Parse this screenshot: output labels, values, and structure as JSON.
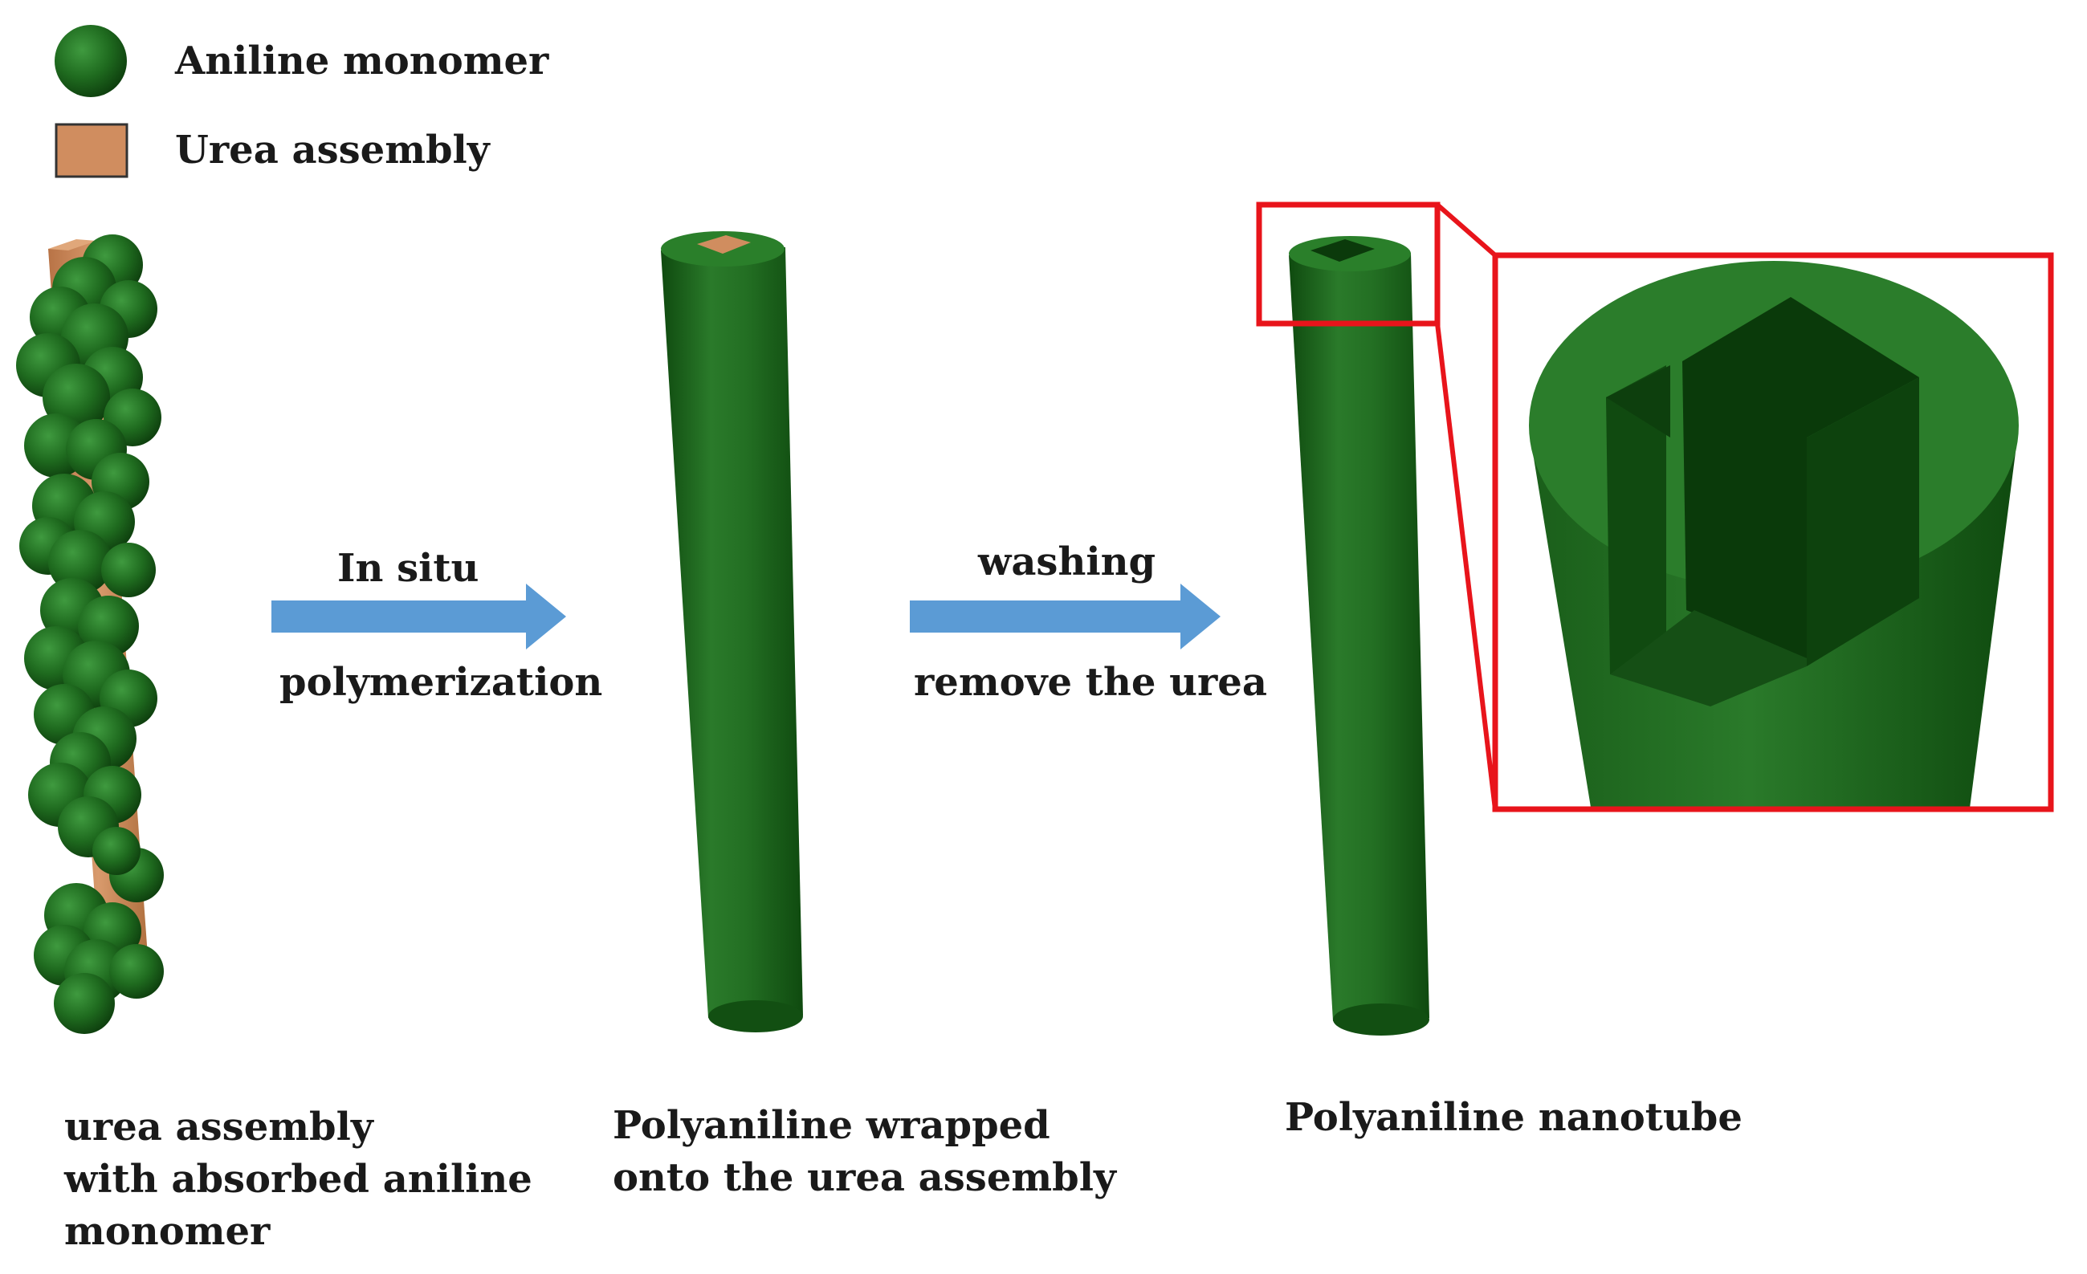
{
  "legend": {
    "monomer_label": "Aniline monomer",
    "urea_label": "Urea assembly"
  },
  "steps": {
    "step1_top": "In situ",
    "step1_bottom": "polymerization",
    "step2_top": "washing",
    "step2_bottom": "remove the urea"
  },
  "captions": {
    "left_line1": "urea assembly",
    "left_line2": "with absorbed aniline",
    "left_line3": "monomer",
    "middle_line1": "Polyaniline wrapped",
    "middle_line2": "onto the urea assembly",
    "right_line1": "Polyaniline nanotube"
  },
  "colors": {
    "polyaniline_green": "#1f6b1f",
    "urea_tan": "#d08d5f",
    "arrow_blue": "#5b9bd5",
    "highlight_red": "#e8141b"
  }
}
